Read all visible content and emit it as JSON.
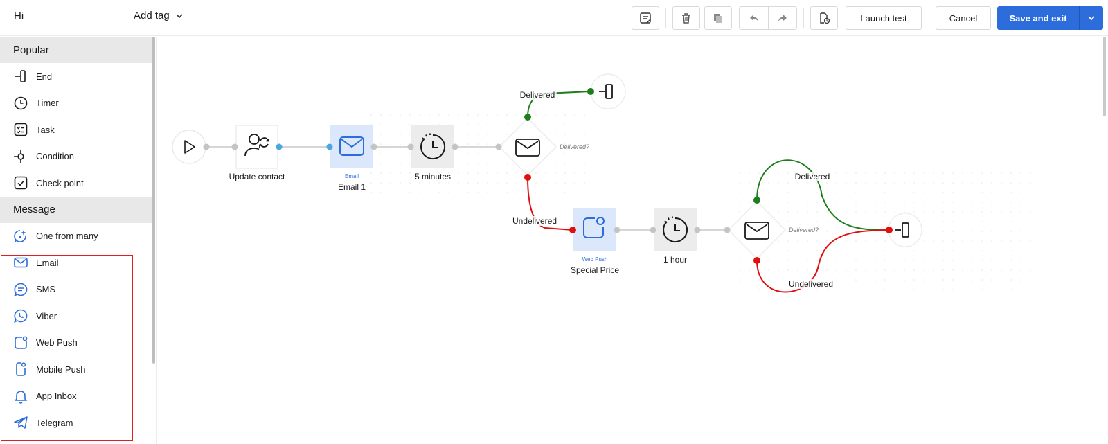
{
  "header": {
    "name_value": "Hi",
    "add_tag_label": "Add tag",
    "launch_test_label": "Launch test",
    "cancel_label": "Cancel",
    "save_label": "Save and exit"
  },
  "sidebar": {
    "popular": {
      "title": "Popular",
      "items": [
        {
          "label": "End",
          "icon": "end-icon"
        },
        {
          "label": "Timer",
          "icon": "timer-icon"
        },
        {
          "label": "Task",
          "icon": "task-icon"
        },
        {
          "label": "Condition",
          "icon": "condition-icon"
        },
        {
          "label": "Check point",
          "icon": "checkpoint-icon"
        }
      ]
    },
    "message": {
      "title": "Message",
      "items": [
        {
          "label": "One from many",
          "icon": "sparkle-message-icon"
        },
        {
          "label": "Email",
          "icon": "email-icon"
        },
        {
          "label": "SMS",
          "icon": "sms-icon"
        },
        {
          "label": "Viber",
          "icon": "viber-icon"
        },
        {
          "label": "Web Push",
          "icon": "web-push-icon"
        },
        {
          "label": "Mobile Push",
          "icon": "mobile-push-icon"
        },
        {
          "label": "App Inbox",
          "icon": "bell-icon"
        },
        {
          "label": "Telegram",
          "icon": "telegram-icon"
        }
      ]
    }
  },
  "flow": {
    "update_contact_label": "Update contact",
    "email_type": "Email",
    "email_label": "Email 1",
    "timer1_label": "5 minutes",
    "cond1_label": "Delivered?",
    "delivered_label": "Delivered",
    "undelivered_label": "Undelivered",
    "webpush_type": "Web Push",
    "webpush_label": "Special Price",
    "timer2_label": "1 hour",
    "cond2_label": "Delivered?",
    "delivered2_label": "Delivered",
    "undelivered2_label": "Undelivered"
  },
  "colors": {
    "accent": "#2d6ddb",
    "delivered": "#1e7e1e",
    "undelivered": "#e01010",
    "highlight": "#e02020"
  }
}
